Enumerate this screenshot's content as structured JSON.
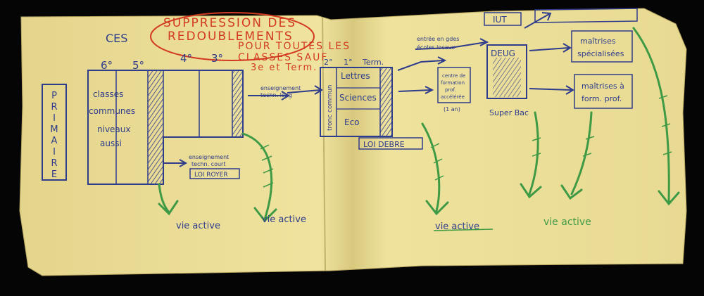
{
  "title": {
    "line1": "SUPPRESSION DES",
    "line2": "REDOUBLEMENTS",
    "line3": "POUR TOUTES LES",
    "line4": "CLASSES SAUF",
    "line5": "3e et Term."
  },
  "ces_label": "CES",
  "grades_lower": [
    "6°",
    "5°",
    "4°",
    "3°"
  ],
  "primaire": [
    "P",
    "R",
    "I",
    "M",
    "A",
    "I",
    "R",
    "E"
  ],
  "ces_body": [
    "classes",
    "communes",
    "niveaux",
    "aussi"
  ],
  "tech_long": [
    "enseignement",
    "techn. long"
  ],
  "tech_court": [
    "enseignement",
    "techn. court"
  ],
  "loi_royer": "LOI ROYER",
  "grades_upper": [
    "2°",
    "1°",
    "Term."
  ],
  "tronc_commun": "tronc commun",
  "lycee_streams": [
    "Lettres",
    "Sciences",
    "Eco"
  ],
  "loi_debre": "LOI DEBRE",
  "entree_grandes": [
    "entrée en gdes",
    "écoles locaux"
  ],
  "centre_formation": [
    "centre de",
    "formation",
    "prof.",
    "accélérée"
  ],
  "un_an": "(1 an)",
  "iut": "IUT",
  "deug": "DEUG",
  "super_bac": "Super Bac",
  "maitrises_spec": [
    "maîtrises",
    "spécialisées"
  ],
  "maitrises_form": [
    "maîtrises à",
    "form. prof."
  ],
  "vie_active": [
    "vie active",
    "vie active",
    "vie active",
    "vie active"
  ],
  "colors": {
    "paper": "#ecdf98",
    "ink_blue": "#2f3c8c",
    "ink_red": "#d23a22",
    "ink_green": "#3f9a45",
    "background": "#050505"
  }
}
